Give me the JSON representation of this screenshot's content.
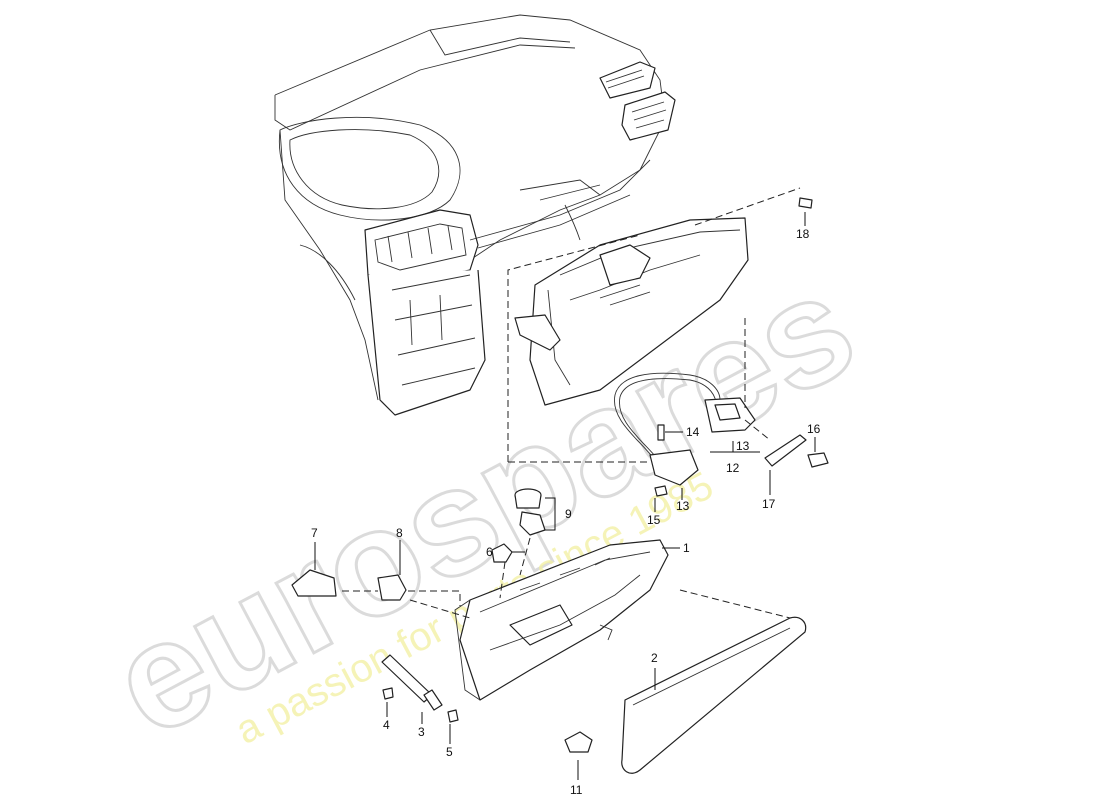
{
  "watermark": {
    "brand": "eurospares",
    "tagline": "a passion for parts since 1985"
  },
  "callouts": [
    {
      "id": "1",
      "text": "1"
    },
    {
      "id": "2",
      "text": "2"
    },
    {
      "id": "3",
      "text": "3"
    },
    {
      "id": "4",
      "text": "4"
    },
    {
      "id": "5",
      "text": "5"
    },
    {
      "id": "6",
      "text": "6"
    },
    {
      "id": "7",
      "text": "7"
    },
    {
      "id": "8",
      "text": "8"
    },
    {
      "id": "9",
      "text": "9"
    },
    {
      "id": "11",
      "text": "11"
    },
    {
      "id": "12",
      "text": "12"
    },
    {
      "id": "13a",
      "text": "13"
    },
    {
      "id": "13b",
      "text": "13"
    },
    {
      "id": "14",
      "text": "14"
    },
    {
      "id": "15",
      "text": "15"
    },
    {
      "id": "16",
      "text": "16"
    },
    {
      "id": "17",
      "text": "17"
    },
    {
      "id": "18",
      "text": "18"
    }
  ]
}
